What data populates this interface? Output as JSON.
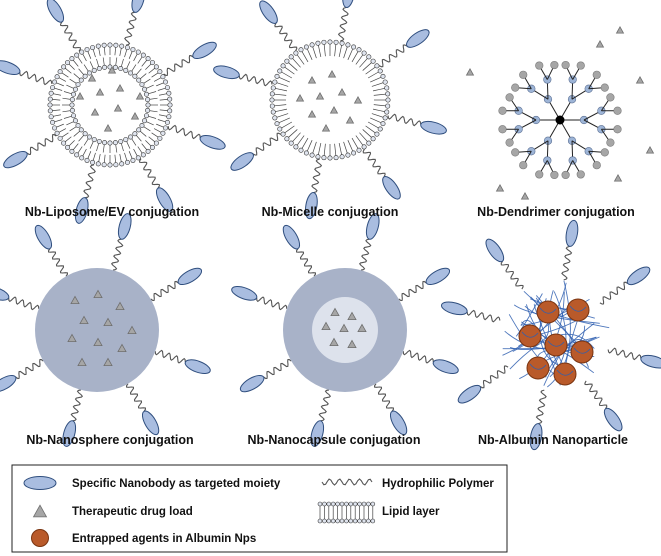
{
  "panels": [
    {
      "id": "liposome",
      "caption": "Nb-Liposome/EV conjugation"
    },
    {
      "id": "micelle",
      "caption": "Nb-Micelle conjugation"
    },
    {
      "id": "dendrimer",
      "caption": "Nb-Dendrimer conjugation"
    },
    {
      "id": "nanosphere",
      "caption": "Nb-Nanosphere conjugation"
    },
    {
      "id": "nanocapsule",
      "caption": "Nb-Nanocapsule conjugation"
    },
    {
      "id": "albumin",
      "caption": "Nb-Albumin Nanoparticle"
    }
  ],
  "legend": {
    "nanobody": "Specific Nanobody as targeted moiety",
    "drug": "Therapeutic drug load",
    "entrapped": "Entrapped agents in Albumin Nps",
    "polymer": "Hydrophilic Polymer",
    "lipid": "Lipid layer"
  },
  "colors": {
    "nanobody_fill": "#a9bde0",
    "nanobody_stroke": "#2f4e7e",
    "sphere_fill": "#a8b2c8",
    "capsule_core": "#dde2ec",
    "drug_fill": "#a6a6a6",
    "entrapped_fill": "#b95a2a",
    "albumin_mesh": "#2f5fb0",
    "dendrimer_node": "#9db4d6",
    "dendrimer_end": "#a6a6a6"
  }
}
